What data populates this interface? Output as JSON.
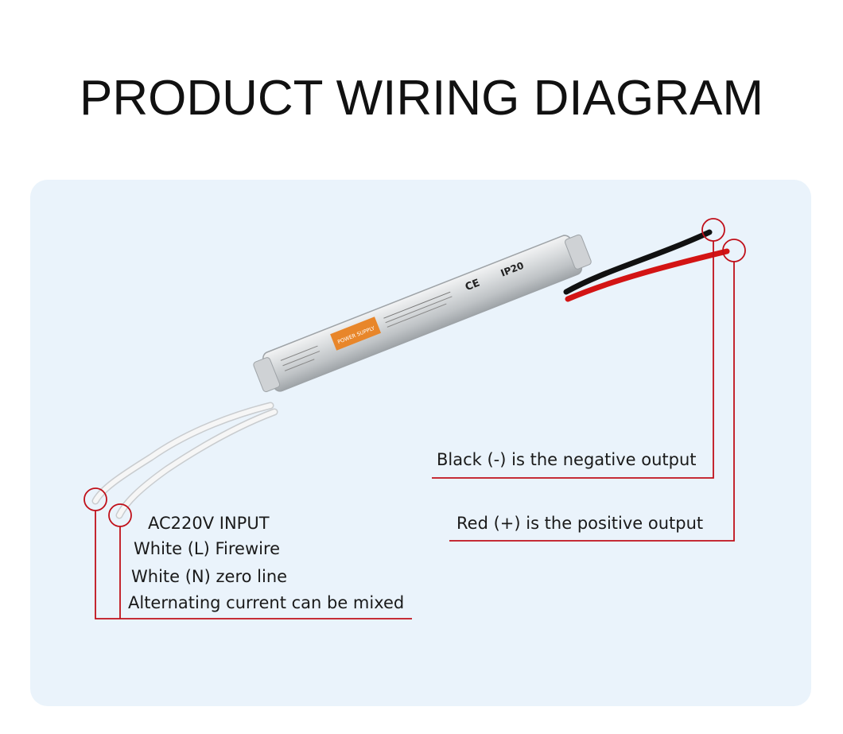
{
  "title": "PRODUCT WIRING DIAGRAM",
  "product_label": {
    "brand": "POWER SUPPLY",
    "rating": "IP20"
  },
  "input_labels": {
    "line1": "AC220V INPUT",
    "line2": "White (L) Firewire",
    "line3": "White (N) zero line",
    "line4": "Alternating current can be mixed"
  },
  "output_labels": {
    "black": "Black (-) is the negative output",
    "red": "Red (+) is the positive output"
  },
  "colors": {
    "accent": "#c0101a",
    "panel": "#eaf3fb",
    "wire_black": "#111111",
    "wire_red": "#d31414",
    "wire_white": "#f4f4f4",
    "casing": "#d8dadc"
  }
}
